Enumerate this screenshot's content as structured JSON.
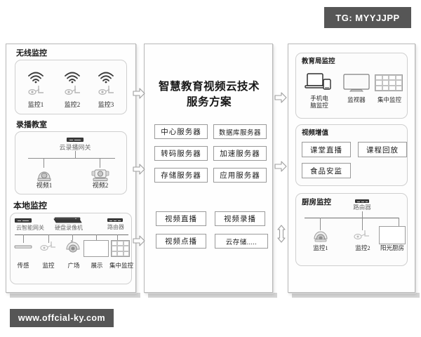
{
  "watermarks": {
    "top": "TG: MYYJJPP",
    "bottom": "www.offcial-ky.com"
  },
  "center": {
    "title": "智慧教育视频云技术\n服务方案",
    "title_line1": "智慧教育视频云技术",
    "title_line2": "服务方案",
    "servers": [
      {
        "label": "中心服务器"
      },
      {
        "label": "数据库服务器"
      },
      {
        "label": "转码服务器"
      },
      {
        "label": "加速服务器"
      },
      {
        "label": "存储服务器"
      },
      {
        "label": "应用服务器"
      }
    ],
    "services": [
      {
        "label": "视频直播"
      },
      {
        "label": "视频录播"
      },
      {
        "label": "视频点播"
      },
      {
        "label": "云存储....."
      }
    ]
  },
  "left": {
    "sections": [
      {
        "title": "无线监控",
        "nodes": [
          {
            "label": "监控1",
            "icon": "wifi-camera-icon"
          },
          {
            "label": "监控2",
            "icon": "wifi-camera-icon"
          },
          {
            "label": "监控3",
            "icon": "wifi-camera-icon"
          }
        ]
      },
      {
        "title": "录播教室",
        "gateway": "云录播网关",
        "nodes": [
          {
            "label": "视频1",
            "icon": "dome-camera-icon"
          },
          {
            "label": "视频2",
            "icon": "ptz-camera-icon"
          }
        ]
      },
      {
        "title": "本地监控",
        "devices": [
          {
            "label": "云智能网关",
            "icon": "gateway-icon"
          },
          {
            "label": "硬盘录像机",
            "icon": "nvr-icon"
          },
          {
            "label": "路由器",
            "icon": "router-icon"
          }
        ],
        "nodes": [
          {
            "label": "传感",
            "icon": "sensor-icon"
          },
          {
            "label": "监控",
            "icon": "bullet-camera-icon"
          },
          {
            "label": "广场",
            "icon": "dome-camera-icon"
          },
          {
            "label": "展示",
            "icon": "display-screen-icon"
          },
          {
            "label": "集中监控",
            "icon": "video-wall-icon"
          }
        ]
      }
    ]
  },
  "right": {
    "sections": [
      {
        "title": "教育局监控",
        "nodes": [
          {
            "label": "手机电\n脑监控",
            "label_line1": "手机电",
            "label_line2": "脑监控",
            "icon": "phone-laptop-icon"
          },
          {
            "label": "监视器",
            "icon": "monitor-icon"
          },
          {
            "label": "集中监控",
            "icon": "video-wall-icon"
          }
        ]
      },
      {
        "title": "视频增值",
        "chips": [
          {
            "label": "课堂直播"
          },
          {
            "label": "课程回放"
          },
          {
            "label": "食品安监"
          }
        ]
      },
      {
        "title": "厨房监控",
        "gateway": "路由器",
        "nodes": [
          {
            "label": "监控1",
            "icon": "dome-camera-icon"
          },
          {
            "label": "监控2",
            "icon": "bullet-camera-icon"
          },
          {
            "label": "阳光厨房",
            "icon": "display-screen-icon"
          }
        ]
      }
    ]
  },
  "arrows": {
    "left_gap": [
      {
        "direction": "right",
        "name": "arrow-wireless-to-cloud"
      },
      {
        "direction": "right",
        "name": "arrow-classroom-to-cloud"
      },
      {
        "direction": "right",
        "name": "arrow-local-to-cloud"
      }
    ],
    "right_gap": [
      {
        "direction": "right",
        "name": "arrow-cloud-to-bureau"
      },
      {
        "direction": "right",
        "name": "arrow-cloud-to-valueadd"
      },
      {
        "direction": "both",
        "name": "arrow-cloud-kitchen-bidirectional"
      }
    ]
  },
  "colors": {
    "panel_border": "#cfcfcf",
    "column_border": "#b8b8b8",
    "text": "#1a1a1a",
    "watermark_bg": "#565656",
    "line": "#8d8d8d"
  }
}
